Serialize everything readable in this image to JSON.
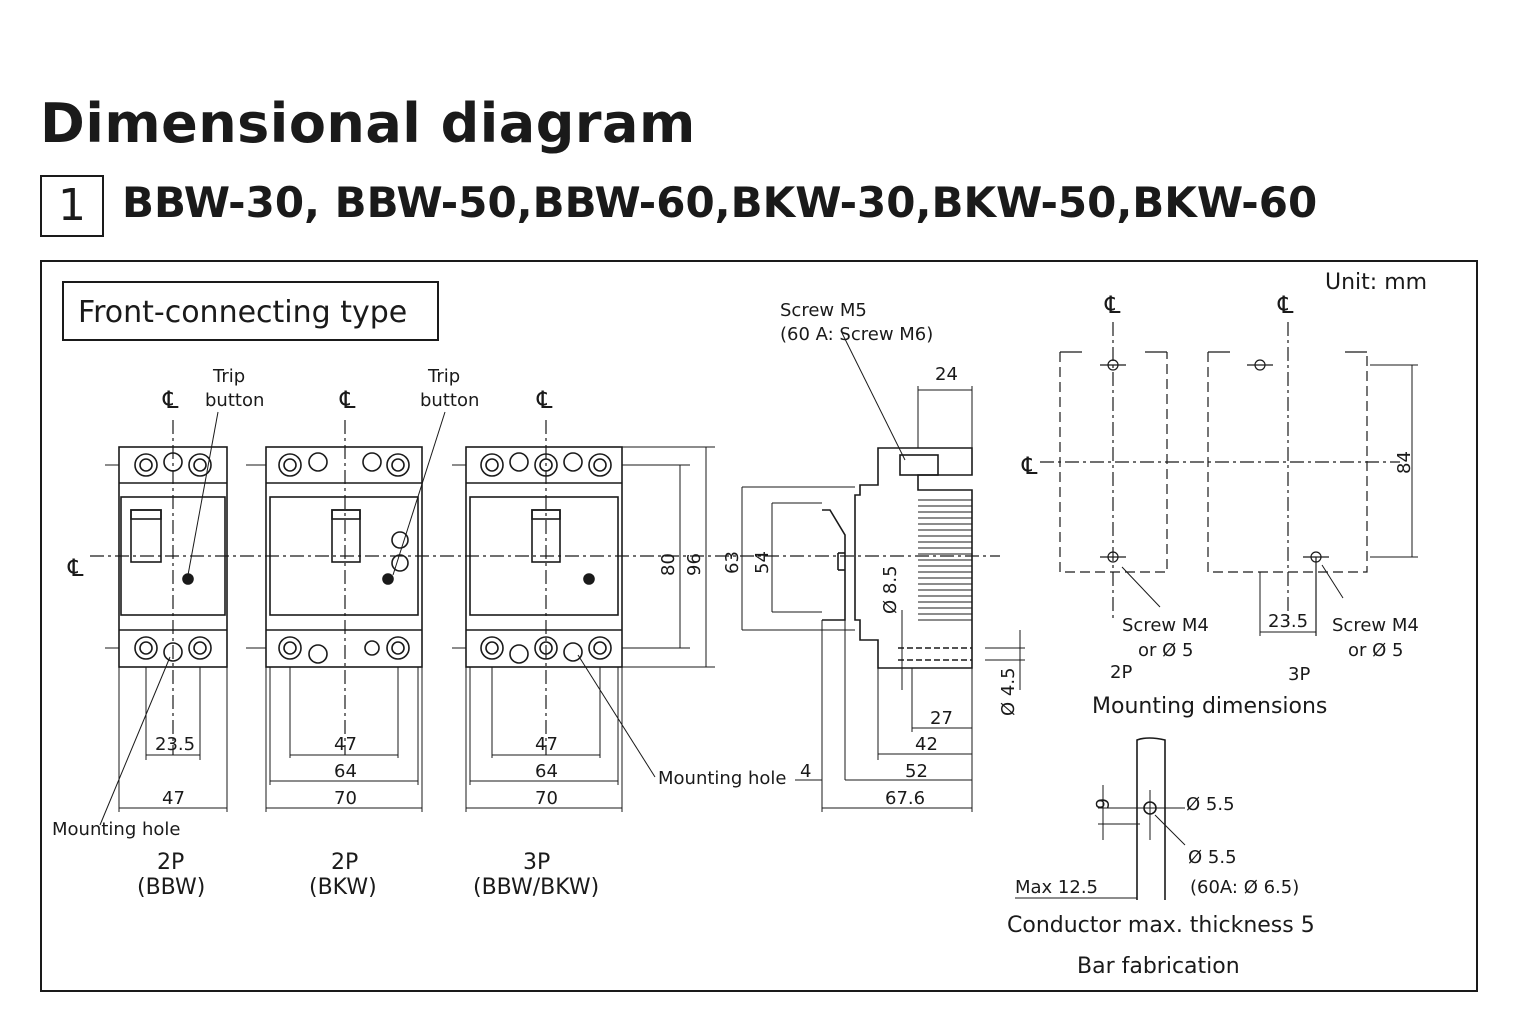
{
  "header": {
    "title": "Dimensional diagram",
    "section_number": "1",
    "models": "BBW-30, BBW-50,BBW-60,BKW-30,BKW-50,BKW-60"
  },
  "panel": {
    "type_label": "Front-connecting type",
    "unit": "Unit: mm"
  },
  "labels": {
    "centerline": "℄",
    "trip_button_1": "Trip",
    "trip_button_2": "button",
    "mounting_hole": "Mounting hole",
    "screw_m5": "Screw M5",
    "screw_m5_note": "(60 A: Screw M6)",
    "screw_m4": "Screw M4",
    "or_d5": "or Ø 5",
    "mounting_dimensions": "Mounting dimensions",
    "conductor": "Conductor max. thickness 5",
    "bar_fabrication": "Bar fabrication",
    "max_12_5": "Max 12.5",
    "d5_5": "Ø 5.5",
    "d6_5_note": "(60A: Ø 6.5)"
  },
  "variants": [
    {
      "poles": "2P",
      "series": "(BBW)"
    },
    {
      "poles": "2P",
      "series": "(BKW)"
    },
    {
      "poles": "3P",
      "series": "(BBW/BKW)"
    }
  ],
  "mount_variants": [
    "2P",
    "3P"
  ],
  "dims": {
    "d23_5": "23.5",
    "d47": "47",
    "d64": "64",
    "d70": "70",
    "d80": "80",
    "d96": "96",
    "d63": "63",
    "d54": "54",
    "d8_5": "Ø 8.5",
    "d4_5": "Ø 4.5",
    "d24": "24",
    "d27": "27",
    "d42": "42",
    "d52": "52",
    "d67_6": "67.6",
    "d4": "4",
    "d84": "84",
    "d6": "6"
  }
}
